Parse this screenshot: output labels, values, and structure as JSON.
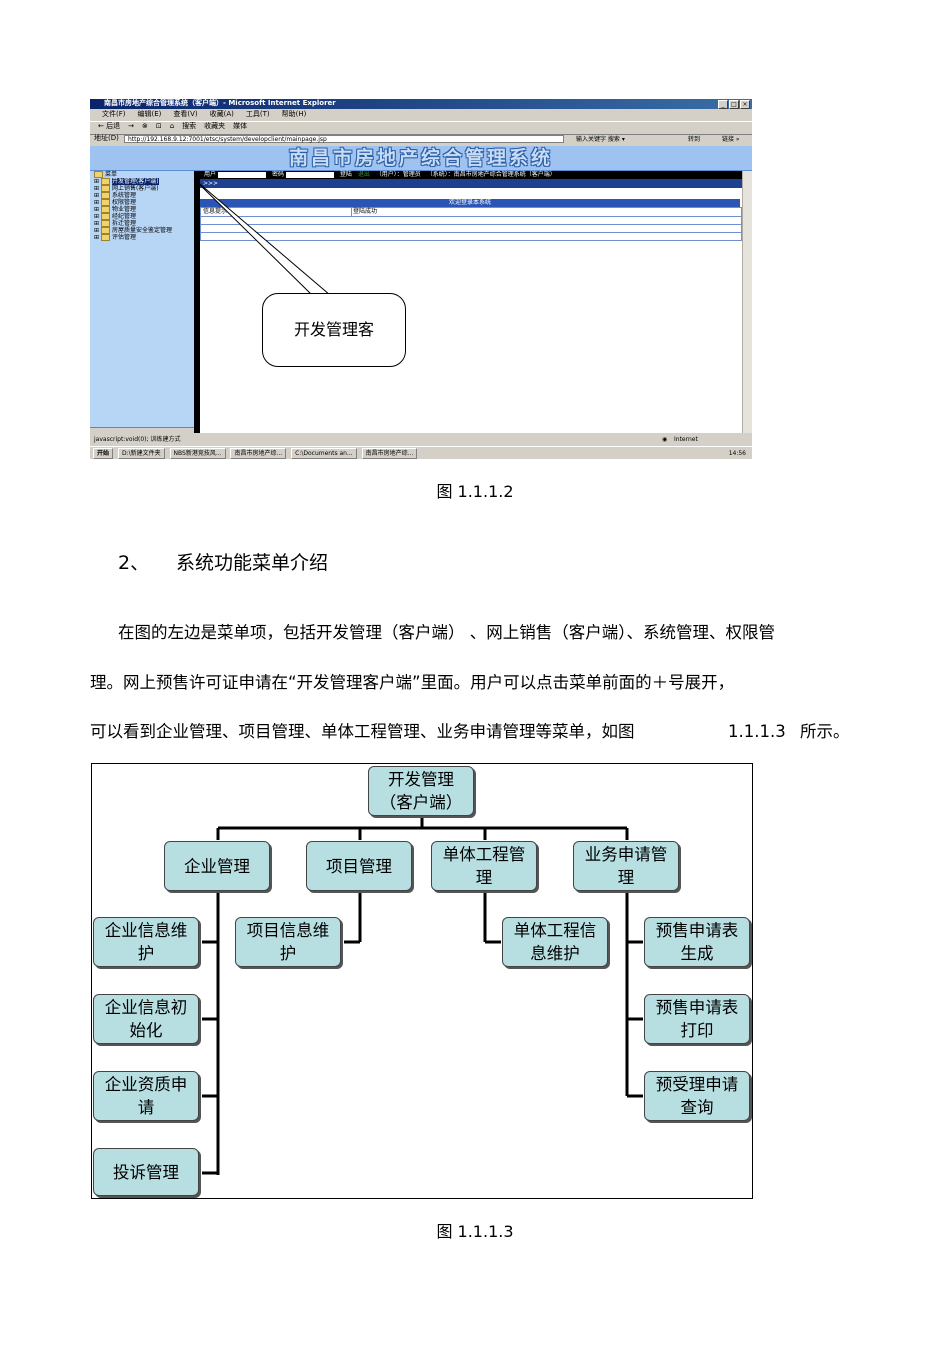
{
  "screenshot": {
    "window_title": "南昌市房地产综合管理系统（客户端）- Microsoft Internet Explorer",
    "menu": [
      "文件(F)",
      "编辑(E)",
      "查看(V)",
      "收藏(A)",
      "工具(T)",
      "帮助(H)"
    ],
    "toolbar": [
      "← 后退",
      "→",
      "⊗",
      "⊡",
      "⌂",
      "搜索",
      "收藏夹",
      "媒体"
    ],
    "address_label": "地址(D)",
    "address": "http://192.168.9.12:7001/etsc/system/developclient/mainpage.jsp",
    "search_hint": "输入关键字 搜索 ▾",
    "go_label": "转到",
    "links_label": "链接 »",
    "banner_title": "南昌市房地产综合管理系统",
    "login": {
      "user_label": "用户",
      "password_label": "密码",
      "login_label": "登陆",
      "logout_label": "退出",
      "user_info": "（用户）：管理员",
      "system_info": "（系统）：南昌市房地产综合管理系统（客户端）"
    },
    "arrow_row": ">>>",
    "welcome": "欢迎登录本系统",
    "info_label": "信息提示：",
    "info_value": "登陆成功",
    "menu_root": "菜单",
    "sidebar_items": [
      "开发管理(客户端)",
      "网上销售(客户端)",
      "系统管理",
      "权限管理",
      "物业管理",
      "经纪管理",
      "拆迁管理",
      "房屋质量安全鉴定管理",
      "评估管理"
    ],
    "status_text": "javascript:void(0); 训练建方式",
    "zone": "Internet",
    "taskbar": [
      "开始",
      "D:\\新建文件夹",
      "NBS新港竞技风...",
      "南昌市房地产综...",
      "C:\\Documents an...",
      "南昌市房地产综..."
    ],
    "clock": "14:56",
    "callout": "开发管理客"
  },
  "caption1": "图 1.1.1.2",
  "heading": {
    "number": "2、",
    "text": "系统功能菜单介绍"
  },
  "paragraph": {
    "line1": "在图的左边是菜单项，包括开发管理（客户端）   、网上销售（客户端）、系统管理、权限管",
    "line2": "理。网上预售许可证申请在“开发管理客户端”里面。用户可以点击菜单前面的＋号展开，",
    "line3": "可以看到企业管理、项目管理、单体工程管理、业务申请管理等菜单，如图",
    "ref": "1.1.1.3",
    "tail": "所示。"
  },
  "org_chart": {
    "root": [
      "开发管理",
      "（客户端）"
    ],
    "level1": [
      {
        "label": [
          "企业管理"
        ],
        "children": [
          [
            "企业信息维",
            "护"
          ],
          [
            "企业信息初",
            "始化"
          ],
          [
            "企业资质申",
            "请"
          ],
          [
            "投诉管理"
          ]
        ]
      },
      {
        "label": [
          "项目管理"
        ],
        "children": [
          [
            "项目信息维",
            "护"
          ]
        ]
      },
      {
        "label": [
          "单体工程管",
          "理"
        ],
        "children": [
          [
            "单体工程信",
            "息维护"
          ]
        ]
      },
      {
        "label": [
          "业务申请管",
          "理"
        ],
        "children": [
          [
            "预售申请表",
            "生成"
          ],
          [
            "预售申请表",
            "打印"
          ],
          [
            "预受理申请",
            "查询"
          ]
        ]
      }
    ]
  },
  "caption2": "图 1.1.1.3"
}
